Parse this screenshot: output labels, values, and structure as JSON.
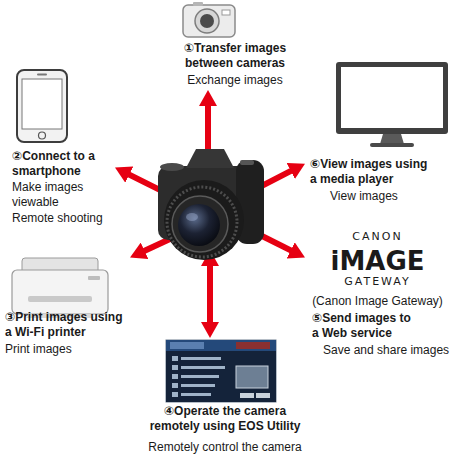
{
  "diagram": {
    "nodes": [
      {
        "text": []
      },
      {
        "text": [
          "①Transfer images between cameras",
          "Exchange images"
        ]
      },
      {
        "text": [
          "②Connect to a smartphone",
          "Make images viewable",
          "Remote shooting"
        ]
      },
      {
        "text": [
          "③Print images using a Wi-Fi printer",
          "Print images"
        ]
      },
      {
        "text": [
          "④Operate the camera remotely using EOS Utility",
          "Remotely control the camera"
        ]
      },
      {
        "text": [
          "CANON",
          "iMAGE",
          "GATEWAY",
          "(Canon Image Gateway)",
          "⑤Send images to a Web service",
          "Save and share images"
        ]
      },
      {
        "text": [
          "⑥View images using a media player",
          "View images"
        ]
      }
    ],
    "edges": [
      {
        "from": 0,
        "to": 1,
        "arrow": "both"
      },
      {
        "from": 0,
        "to": 2,
        "arrow": "both"
      },
      {
        "from": 0,
        "to": 3,
        "arrow": "to"
      },
      {
        "from": 0,
        "to": 4,
        "arrow": "both"
      },
      {
        "from": 0,
        "to": 5,
        "arrow": "to"
      },
      {
        "from": 0,
        "to": 6,
        "arrow": "to"
      }
    ]
  }
}
